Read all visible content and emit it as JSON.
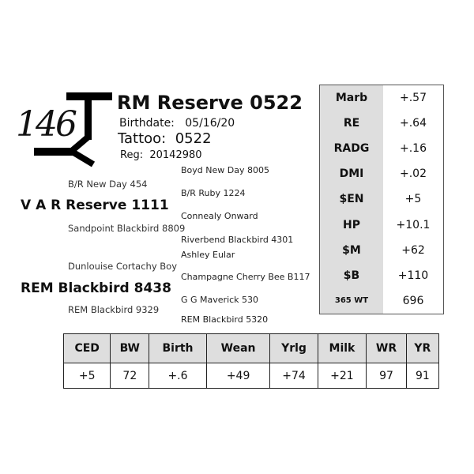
{
  "lot_number": "146",
  "animal": {
    "name": "RM Reserve 0522",
    "birthdate_label": "Birthdate:",
    "birthdate": "05/16/20",
    "tattoo_label": "Tattoo:",
    "tattoo": "0522",
    "reg_label": "Reg:",
    "reg": "20142980"
  },
  "pedigree": {
    "sire": "V A R Reserve 1111",
    "sire_sire": "B/R New Day 454",
    "sire_dam": "Sandpoint Blackbird 8809",
    "sss": "Boyd New Day 8005",
    "ssd": "B/R Ruby 1224",
    "sds": "Connealy Onward",
    "sdd": "Riverbend Blackbird 4301",
    "dam": "REM Blackbird 8438",
    "dam_sire": "Dunlouise Cortachy Boy",
    "dam_dam": "REM Blackbird 9329",
    "dss": "Ashley Eular",
    "dsd": "Champagne Cherry Bee B117",
    "dds": "G G Maverick 530",
    "ddd": "REM Blackbird 5320"
  },
  "carcass_epds": [
    {
      "label": "Marb",
      "value": "+.57"
    },
    {
      "label": "RE",
      "value": "+.64"
    },
    {
      "label": "RADG",
      "value": "+.16"
    },
    {
      "label": "DMI",
      "value": "+.02"
    },
    {
      "label": "$EN",
      "value": "+5"
    },
    {
      "label": "HP",
      "value": "+10.1"
    },
    {
      "label": "$M",
      "value": "+62"
    },
    {
      "label": "$B",
      "value": "+110"
    },
    {
      "label": "365 WT",
      "value": "696"
    }
  ],
  "growth_epds": {
    "headers": [
      "CED",
      "BW",
      "Birth",
      "Wean",
      "Yrlg",
      "Milk",
      "WR",
      "YR"
    ],
    "values": [
      "+5",
      "72",
      "+.6",
      "+49",
      "+74",
      "+21",
      "97",
      "91"
    ]
  }
}
